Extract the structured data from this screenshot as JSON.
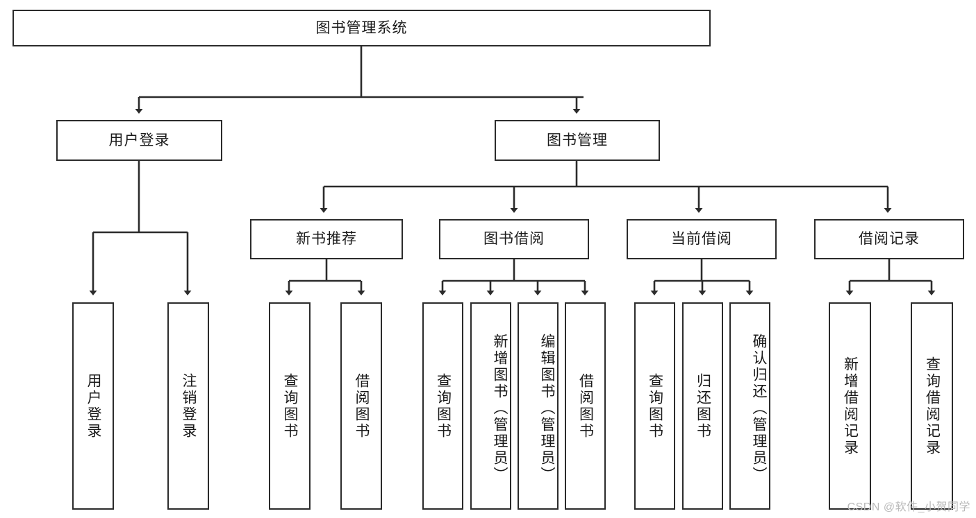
{
  "diagram": {
    "title": "图书管理系统",
    "type": "功能结构图",
    "line_color": "#2b2b2b",
    "box_fill": "#ffffff",
    "text_color": "#1a1a1a",
    "root": {
      "label": "图书管理系统"
    },
    "level1": [
      {
        "label": "用户登录"
      },
      {
        "label": "图书管理"
      }
    ],
    "level2": [
      {
        "label": "新书推荐"
      },
      {
        "label": "图书借阅"
      },
      {
        "label": "当前借阅"
      },
      {
        "label": "借阅记录"
      }
    ],
    "leaves": {
      "user_login": [
        {
          "label": "用户登录"
        },
        {
          "label": "注销登录"
        }
      ],
      "new_book_recommend": [
        {
          "label": "查询图书"
        },
        {
          "label": "借阅图书"
        }
      ],
      "book_borrow": [
        {
          "label": "查询图书"
        },
        {
          "label": "新增图书（管理员）"
        },
        {
          "label": "编辑图书（管理员）"
        },
        {
          "label": "借阅图书"
        }
      ],
      "current_borrow": [
        {
          "label": "查询图书"
        },
        {
          "label": "归还图书"
        },
        {
          "label": "确认归还（管理员）"
        }
      ],
      "borrow_record": [
        {
          "label": "新增借阅记录"
        },
        {
          "label": "查询借阅记录"
        }
      ]
    }
  },
  "watermark": {
    "text": "CSDN @软件_小贺同学"
  }
}
